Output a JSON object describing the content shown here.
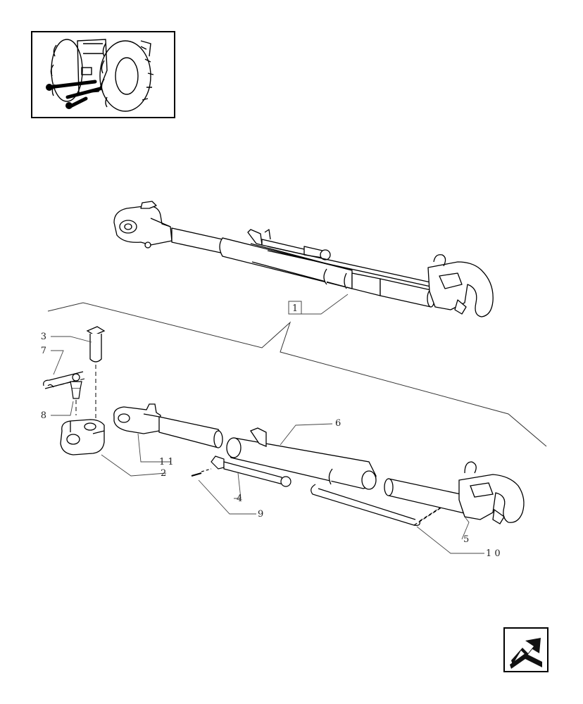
{
  "callouts": {
    "c1": "1",
    "c2": "2",
    "c3": "3",
    "c4": "4",
    "c5": "5",
    "c6": "6",
    "c7": "7",
    "c8": "8",
    "c9": "9",
    "c10": "1 0",
    "c11": "1 1"
  },
  "icons": {
    "thumbnail": "tractor-rear-linkage-thumbnail",
    "nav": "next-page-arrow-icon"
  }
}
